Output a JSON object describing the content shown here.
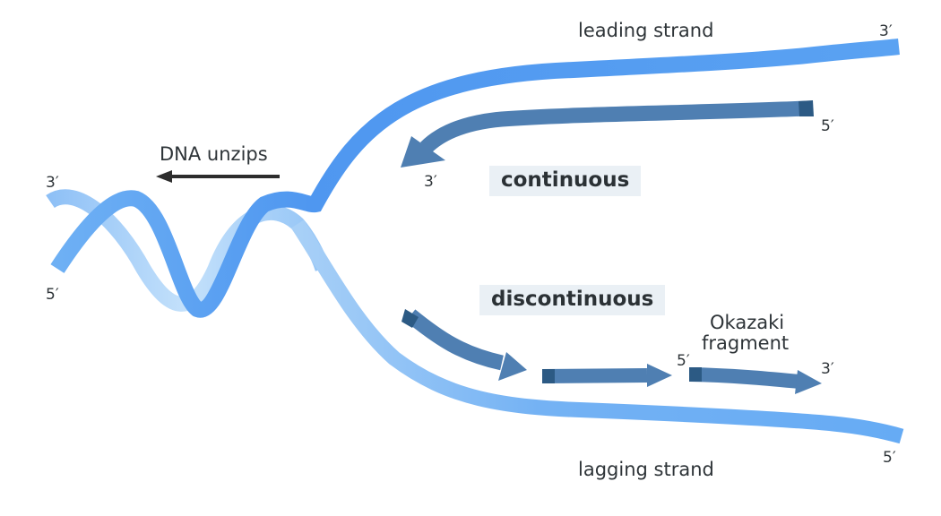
{
  "labels": {
    "leading_strand": "leading strand",
    "lagging_strand": "lagging strand",
    "dna_unzips": "DNA unzips",
    "continuous": "continuous",
    "discontinuous": "discontinuous",
    "okazaki_line1": "Okazaki",
    "okazaki_line2": "fragment"
  },
  "ends": {
    "leading_top_3": "3′",
    "leading_new_5": "5′",
    "leading_new_3": "3′",
    "helix_left_3": "3′",
    "helix_left_5": "5′",
    "okazaki_5": "5′",
    "okazaki_3": "3′",
    "lagging_bottom_5": "5′"
  },
  "colors": {
    "parent_strand": "#4f97f0",
    "parent_strand_light": "#a9cff7",
    "new_strand": "#4f7fb2",
    "new_strand_cap": "#2c5a84",
    "unzip_arrow": "#2d2d2d",
    "tag_background": "#eaf0f5"
  }
}
